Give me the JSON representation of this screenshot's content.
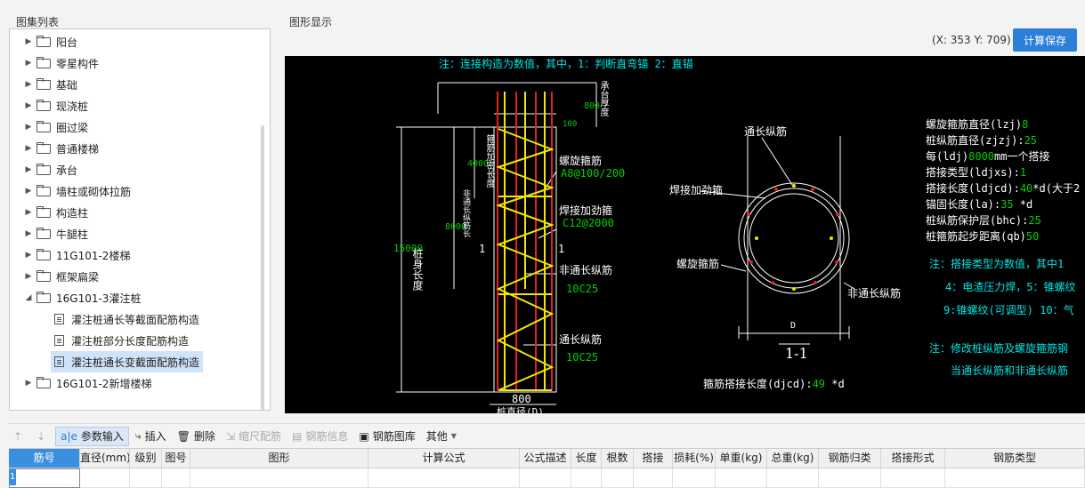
{
  "panels": {
    "atlas_title": "图集列表",
    "display_title": "图形显示"
  },
  "tree": [
    {
      "label": "阳台",
      "type": "folder",
      "expanded": false
    },
    {
      "label": "零星构件",
      "type": "folder",
      "expanded": false
    },
    {
      "label": "基础",
      "type": "folder",
      "expanded": false
    },
    {
      "label": "现浇桩",
      "type": "folder",
      "expanded": false
    },
    {
      "label": "圈过梁",
      "type": "folder",
      "expanded": false
    },
    {
      "label": "普通楼梯",
      "type": "folder",
      "expanded": false
    },
    {
      "label": "承台",
      "type": "folder",
      "expanded": false
    },
    {
      "label": "墙柱或砌体拉筋",
      "type": "folder",
      "expanded": false
    },
    {
      "label": "构造柱",
      "type": "folder",
      "expanded": false
    },
    {
      "label": "牛腿柱",
      "type": "folder",
      "expanded": false
    },
    {
      "label": "11G101-2楼梯",
      "type": "folder",
      "expanded": false
    },
    {
      "label": "框架扁梁",
      "type": "folder",
      "expanded": false
    },
    {
      "label": "16G101-3灌注桩",
      "type": "folder",
      "expanded": true
    },
    {
      "label": "灌注桩通长等截面配筋构造",
      "type": "doc"
    },
    {
      "label": "灌注桩部分长度配筋构造",
      "type": "doc"
    },
    {
      "label": "灌注桩通长变截面配筋构造",
      "type": "doc",
      "selected": true
    },
    {
      "label": "16G101-2新增楼梯",
      "type": "folder",
      "expanded": false
    }
  ],
  "display": {
    "coord": "(X: 353 Y: 709)",
    "calc_save": "计算保存"
  },
  "drawing": {
    "note_top": "注：连接构造为数值，其中，1：判断直弯锚      2：直锚",
    "dims": {
      "d800a": "800",
      "d100": "100",
      "d4000": "4000",
      "d8000": "8000",
      "d15000": "15000",
      "d800b": "800",
      "dD": "D"
    },
    "labels": {
      "cap_thk": "承台厚度",
      "stir_len": "箍筋加密长度",
      "non_len": "非通长纵筋长",
      "pile_len": "桩身长度",
      "pile_dia": "桩直径(D)",
      "spiral": "螺旋箍筋",
      "spiral_spec": "A8@100/200",
      "weld": "焊接加劲箍",
      "weld_spec": "C12@2000",
      "nonlong": "非通长纵筋",
      "nonlong_spec": "10C25",
      "long": "通长纵筋",
      "long_spec": "10C25",
      "mark1a": "1",
      "mark1b": "1",
      "sec_long": "通长纵筋",
      "sec_weld": "焊接加劲箍",
      "sec_spiral": "螺旋箍筋",
      "sec_non": "非通长纵筋",
      "sec_title": "1-1",
      "lap_label": "箍筋搭接长度(djcd):",
      "lap_val": "49",
      "lap_unit": " *d"
    },
    "params": [
      {
        "t": "螺旋箍筋直径(lzj)",
        "v": "8",
        "u": ""
      },
      {
        "t": "桩纵筋直径(zjzj):",
        "v": "25",
        "u": ""
      },
      {
        "t": "每(ldj)",
        "v": "8000",
        "u": "mm一个搭接"
      },
      {
        "t": "搭接类型(ldjxs):",
        "v": "1",
        "u": ""
      },
      {
        "t": "搭接长度(ldjcd):",
        "v": "40",
        "u": "*d(大于2"
      },
      {
        "t": "锚固长度(la):",
        "v": "35",
        "u": " *d"
      },
      {
        "t": "桩纵筋保护层(bhc):",
        "v": "25",
        "u": ""
      },
      {
        "t": "桩箍筋起步距离(qb)",
        "v": "50",
        "u": ""
      }
    ],
    "notes": [
      "注：搭接类型为数值，其中1",
      "4：电渣压力焊，5：锥螺纹",
      "9:锥螺纹(可调型) 10：气",
      "注：修改桩纵筋及螺旋箍筋钢",
      "当通长纵筋和非通长纵筋"
    ]
  },
  "toolbar": {
    "up": "",
    "down": "",
    "param_input": "参数输入",
    "insert": "插入",
    "delete": "删除",
    "scale": "缩尺配筋",
    "rebar_info": "钢筋信息",
    "rebar_lib": "钢筋图库",
    "other": "其他"
  },
  "table": {
    "columns": [
      "筋号",
      "直径(mm)",
      "级别",
      "图号",
      "图形",
      "计算公式",
      "公式描述",
      "长度",
      "根数",
      "搭接",
      "损耗(%)",
      "单重(kg)",
      "总重(kg)",
      "钢筋归类",
      "搭接形式",
      "钢筋类型"
    ],
    "row_number": "1"
  },
  "colors": {
    "accent": "#2b7fd8",
    "canvas": "#000000",
    "cyan": "#00e5e5",
    "green": "#00d000",
    "rebar_red": "#e02020",
    "rebar_yellow": "#f5e600"
  }
}
